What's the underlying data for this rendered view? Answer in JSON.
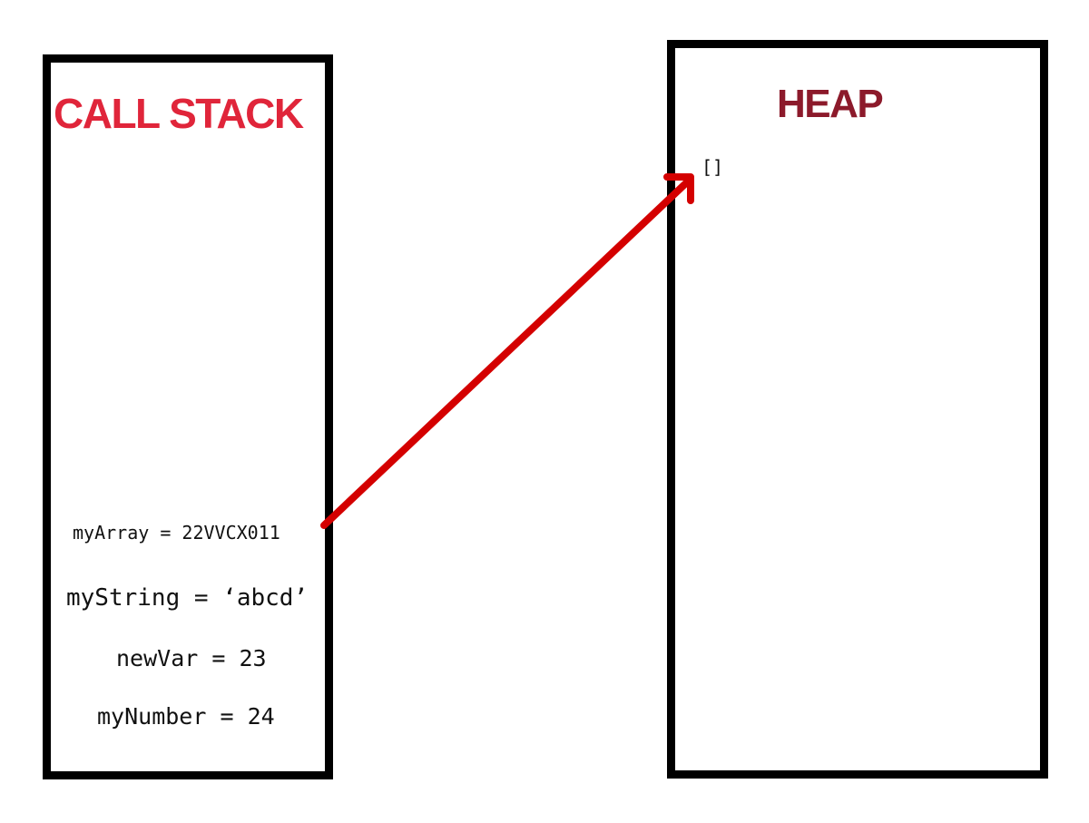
{
  "call_stack": {
    "title": "CALL STACK",
    "variables": [
      "myArray = 22VVCX011",
      "myString = ‘abcd’",
      "newVar = 23",
      "myNumber = 24"
    ]
  },
  "heap": {
    "title": "HEAP",
    "items": [
      "[]"
    ]
  },
  "colors": {
    "call_stack_title": "#e0253a",
    "heap_title": "#8c1a2b",
    "arrow": "#d40000",
    "border": "#000000"
  },
  "arrow": {
    "from": "myArray = 22VVCX011",
    "to": "[]"
  }
}
